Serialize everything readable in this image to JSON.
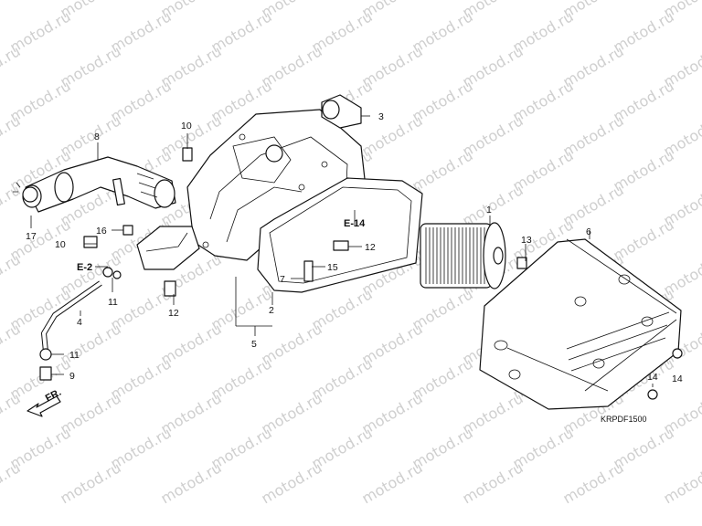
{
  "watermark": "motod.ru",
  "diagram_code": "KRPDF1500",
  "direction_label": "FR.",
  "refs": {
    "e14": "E-14",
    "e2": "E-2"
  },
  "callouts": {
    "c1": "1",
    "c2": "2",
    "c3": "3",
    "c4": "4",
    "c5": "5",
    "c6": "6",
    "c7": "7",
    "c8": "8",
    "c9": "9",
    "c10a": "10",
    "c10b": "10",
    "c11a": "11",
    "c11b": "11",
    "c12a": "12",
    "c12b": "12",
    "c13": "13",
    "c14a": "14",
    "c14b": "14",
    "c15": "15",
    "c16": "16",
    "c17": "17"
  }
}
